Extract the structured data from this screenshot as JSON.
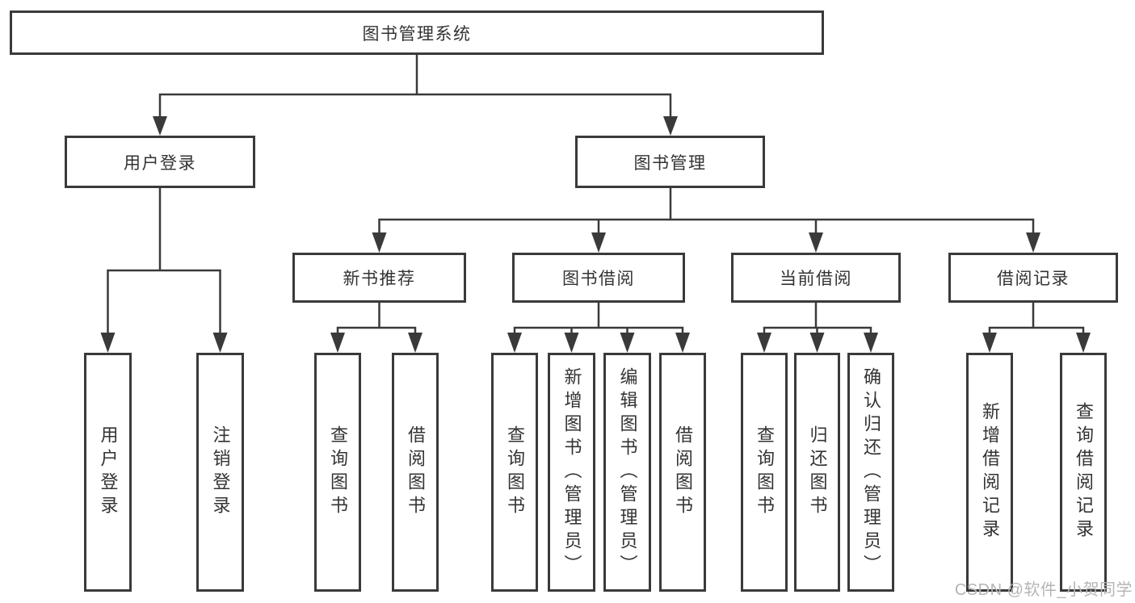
{
  "diagram": {
    "root": {
      "label": "图书管理系统"
    },
    "branches": [
      {
        "label": "用户登录",
        "children": [
          {
            "label": "用户登录"
          },
          {
            "label": "注销登录"
          }
        ]
      },
      {
        "label": "图书管理",
        "sections": [
          {
            "label": "新书推荐",
            "children": [
              {
                "label": "查询图书"
              },
              {
                "label": "借阅图书"
              }
            ]
          },
          {
            "label": "图书借阅",
            "children": [
              {
                "label": "查询图书"
              },
              {
                "label": "新增图书（管理员）"
              },
              {
                "label": "编辑图书（管理员）"
              },
              {
                "label": "借阅图书"
              }
            ]
          },
          {
            "label": "当前借阅",
            "children": [
              {
                "label": "查询图书"
              },
              {
                "label": "归还图书"
              },
              {
                "label": "确认归还（管理员）"
              }
            ]
          },
          {
            "label": "借阅记录",
            "children": [
              {
                "label": "新增借阅记录"
              },
              {
                "label": "查询借阅记录"
              }
            ]
          }
        ]
      }
    ]
  },
  "watermark": "CSDN @软件_小贺同学",
  "colors": {
    "line": "#3a3a3a",
    "border": "#3a3a3a",
    "text": "#333333",
    "background": "#ffffff",
    "watermark": "#b5b5b8"
  }
}
